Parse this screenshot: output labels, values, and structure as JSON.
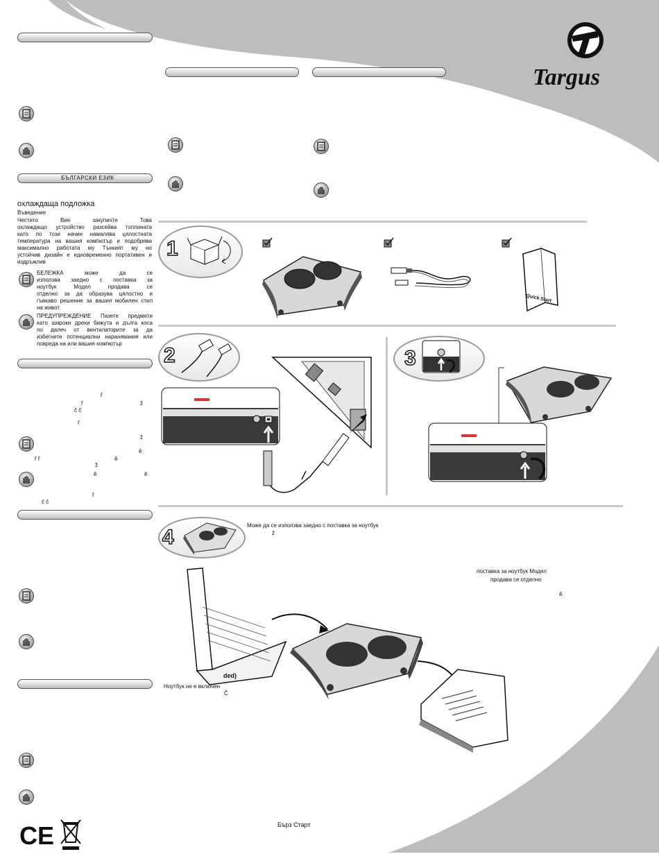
{
  "brand": {
    "name": "Targus"
  },
  "left": {
    "lang_tab": "БЪЛГАРСКИ   ЕЗИК",
    "product_title": "охлаждаща  подложка",
    "intro_heading": "Въведение",
    "intro_lines": [
      "Честито  Вие закупихте                        Това",
      "охлаждащо  устройство  разсейва  топлината",
      "като     по  този    начин    намалява   цялостната",
      "температура на вашия компютър и подобрява",
      "максимално  работата  му  Тънкият  му  но",
      "устойчив дизайн е едновременно портативен и",
      "издръжлив"
    ],
    "note_lines": [
      "БЕЛЕЖКА                           може да се",
      "използва   заедно   с              поставка   за",
      "ноутбук    Модел                  продава  се",
      "отделно     за  да  образува  цялостно   и",
      "гъвкаво решение за вашия мобилен стил",
      "на живот"
    ],
    "warn_lines": [
      "ПРЕДУПРЕЖДЕНИЕ    Пазете предмети",
      "като широки дрехи  бижута и дълга коса",
      "по  далеч   от   вентилаторите    за   да",
      "избегнете потенциални наранявания или",
      "повреда на               или вашия компютър"
    ],
    "frag_chars": [
      "ř",
      "ř",
      "ž",
      "č  č",
      "ř",
      "ž",
      "ě",
      "ř    ř",
      "ž",
      "ě",
      "ě",
      "ě",
      "ř",
      "č   č"
    ]
  },
  "mid": {
    "caption": "Може да се използва заедно с          поставка за ноутбук",
    "caption_z": "ž",
    "side_lines": [
      "поставка за ноутбук   Модел",
      "продава се отделно",
      "ě"
    ],
    "ded": "ded)",
    "off_line": "Ноутбук  не е включен",
    "off_c": "Č"
  },
  "steps": [
    "1",
    "2",
    "3",
    "4"
  ],
  "cd_label": "Quick Start",
  "footer": {
    "quick_start": "Бърз Старт",
    "ce": "CE"
  }
}
